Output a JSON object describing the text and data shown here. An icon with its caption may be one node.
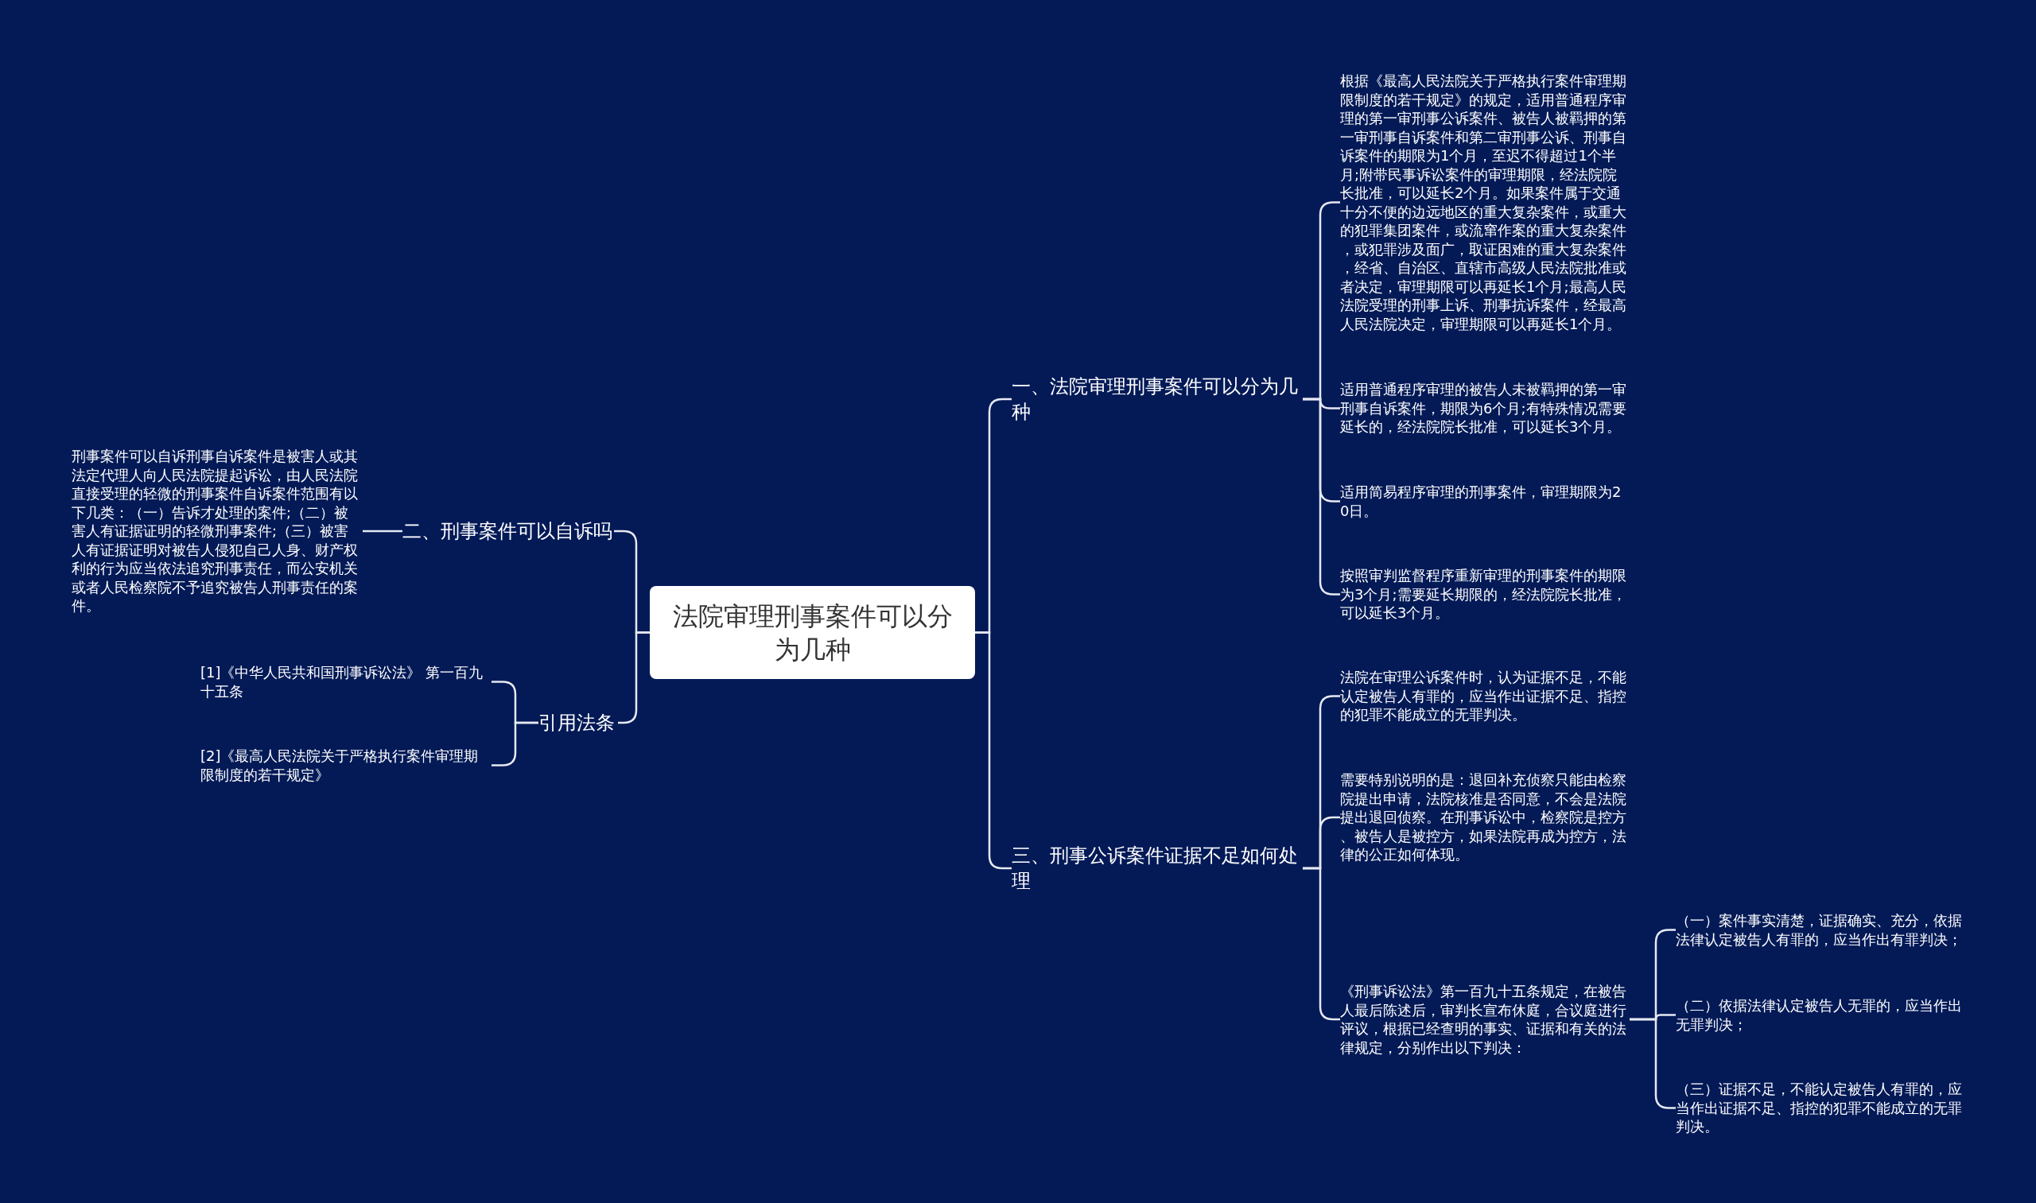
{
  "diagram": {
    "nodes": [
      {
        "text": [
          "法院审理刑事案件可以分为几种"
        ]
      },
      {
        "text": [
          "一、法院审理刑事案件可以分为几种"
        ]
      },
      {
        "text": [
          "根据《最高人民法院关于严格执行案件审理期限制度的若干规定》的规定，适用普通程序审理的第一审刑事公诉案件、被告人被羁押的第一审刑事自诉案件和第二审刑事公诉、刑事自诉案件的期限为1个月，至迟不得超过1个半月;附带民事诉讼案件的审理期限，经法院院长批准，可以延长2个月。如果案件属于交通十分不便的边远地区的重大复杂案件，或重大的犯罪集团案件，或流窜作案的重大复杂案件，或犯罪涉及面广，取证困难的重大复杂案件，经省、自治区、直辖市高级人民法院批准或者决定，审理期限可以再延长1个月;最高人民法院受理的刑事上诉、刑事抗诉案件，经最高人民法院决定，审理期限可以再延长1个月。"
        ]
      },
      {
        "text": [
          "适用普通程序审理的被告人未被羁押的第一审刑事自诉案件，期限为6个月;有特殊情况需要延长的，经法院院长批准，可以延长3个月。"
        ]
      },
      {
        "text": [
          "适用简易程序审理的刑事案件，审理期限为20日。"
        ]
      },
      {
        "text": [
          "按照审判监督程序重新审理的刑事案件的期限为3个月;需要延长期限的，经法院院长批准，可以延长3个月。"
        ]
      },
      {
        "text": [
          "三、刑事公诉案件证据不足如何处理"
        ]
      },
      {
        "text": [
          "法院在审理公诉案件时，认为证据不足，不能认定被告人有罪的，应当作出证据不足、指控的犯罪不能成立的无罪判决。"
        ]
      },
      {
        "text": [
          "需要特别说明的是：退回补充侦察只能由检察院提出申请，法院核准是否同意，不会是法院提出退回侦察。在刑事诉讼中，检察院是控方、被告人是被控方，如果法院再成为控方，法律的公正如何体现。"
        ]
      },
      {
        "text": [
          "《刑事诉讼法》第一百九十五条规定，在被告人最后陈述后，审判长宣布休庭，合议庭进行评议，根据已经查明的事实、证据和有关的法律规定，分别作出以下判决："
        ]
      },
      {
        "text": [
          "（一）案件事实清楚，证据确实、充分，依据法律认定被告人有罪的，应当作出有罪判决；"
        ]
      },
      {
        "text": [
          "（二）依据法律认定被告人无罪的，应当作出无罪判决；"
        ]
      },
      {
        "text": [
          "（三）证据不足，不能认定被告人有罪的，应当作出证据不足、指控的犯罪不能成立的无罪判决。"
        ]
      },
      {
        "text": [
          "二、刑事案件可以自诉吗"
        ]
      },
      {
        "text": [
          "刑事案件可以自诉刑事自诉案件是被害人或其法定代理人向人民法院提起诉讼，由人民法院直接受理的轻微的刑事案件自诉案件范围有以下几类：（一）告诉才处理的案件;（二）被害人有证据证明的轻微刑事案件;（三）被害人有证据证明对被告人侵犯自己人身、财产权利的行为应当依法追究刑事责任，而公安机关或者人民检察院不予追究被告人刑事责任的案件。"
        ]
      },
      {
        "text": [
          "引用法条"
        ]
      },
      {
        "text": [
          "[1]《中华人民共和国刑事诉讼法》 第一百九十五条"
        ]
      },
      {
        "text": [
          "[2]《最高人民法院关于严格执行案件审理期限制度的若干规定》"
        ]
      }
    ],
    "edges": [
      {
        "from": 0,
        "to": 1,
        "arrow": "none"
      },
      {
        "from": 1,
        "to": 2,
        "arrow": "none"
      },
      {
        "from": 1,
        "to": 3,
        "arrow": "none"
      },
      {
        "from": 1,
        "to": 4,
        "arrow": "none"
      },
      {
        "from": 1,
        "to": 5,
        "arrow": "none"
      },
      {
        "from": 0,
        "to": 6,
        "arrow": "none"
      },
      {
        "from": 6,
        "to": 7,
        "arrow": "none"
      },
      {
        "from": 6,
        "to": 8,
        "arrow": "none"
      },
      {
        "from": 6,
        "to": 9,
        "arrow": "none"
      },
      {
        "from": 9,
        "to": 10,
        "arrow": "none"
      },
      {
        "from": 9,
        "to": 11,
        "arrow": "none"
      },
      {
        "from": 9,
        "to": 12,
        "arrow": "none"
      },
      {
        "from": 0,
        "to": 13,
        "arrow": "none"
      },
      {
        "from": 13,
        "to": 14,
        "arrow": "none"
      },
      {
        "from": 0,
        "to": 15,
        "arrow": "none"
      },
      {
        "from": 15,
        "to": 16,
        "arrow": "none"
      },
      {
        "from": 15,
        "to": 17,
        "arrow": "none"
      }
    ]
  }
}
